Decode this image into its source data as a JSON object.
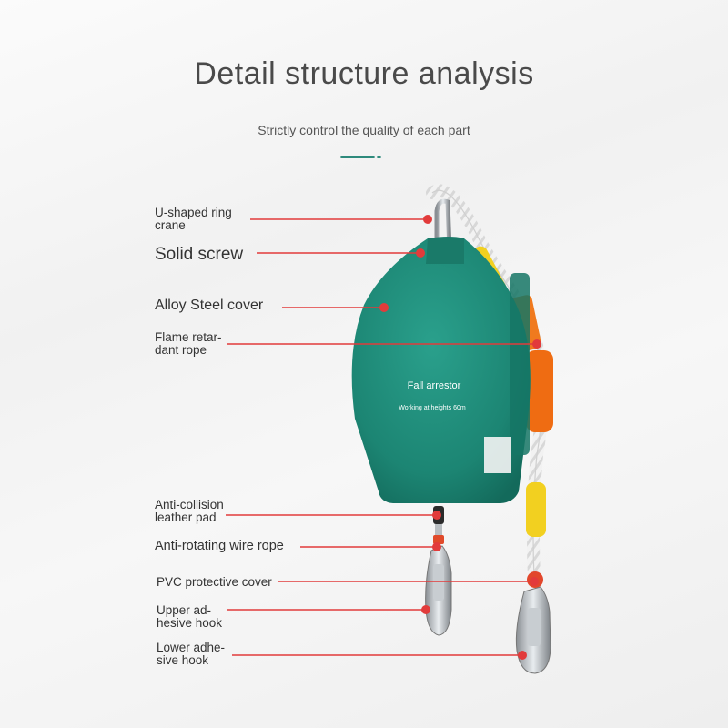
{
  "header": {
    "title": "Detail structure analysis",
    "subtitle": "Strictly control the quality of each part"
  },
  "product": {
    "name": "Fall arrestor",
    "spec": "Working at heights 60m"
  },
  "parts": [
    {
      "label_line1": "U-shaped ring",
      "label_line2": "crane"
    },
    {
      "label_line1": "Solid screw",
      "label_line2": ""
    },
    {
      "label_line1": "Alloy Steel cover",
      "label_line2": ""
    },
    {
      "label_line1": "Flame retar-",
      "label_line2": "dant rope"
    },
    {
      "label_line1": "Anti-collision",
      "label_line2": "leather pad"
    },
    {
      "label_line1": "Anti-rotating wire rope",
      "label_line2": ""
    },
    {
      "label_line1": "PVC protective cover",
      "label_line2": ""
    },
    {
      "label_line1": "Upper ad-",
      "label_line2": "hesive hook"
    },
    {
      "label_line1": "Lower adhe-",
      "label_line2": "sive hook"
    }
  ],
  "colors": {
    "body_green": "#1f8a78",
    "leader_red": "#e23b3b",
    "accent_orange": "#f07a1e",
    "accent_yellow": "#f2d020"
  }
}
